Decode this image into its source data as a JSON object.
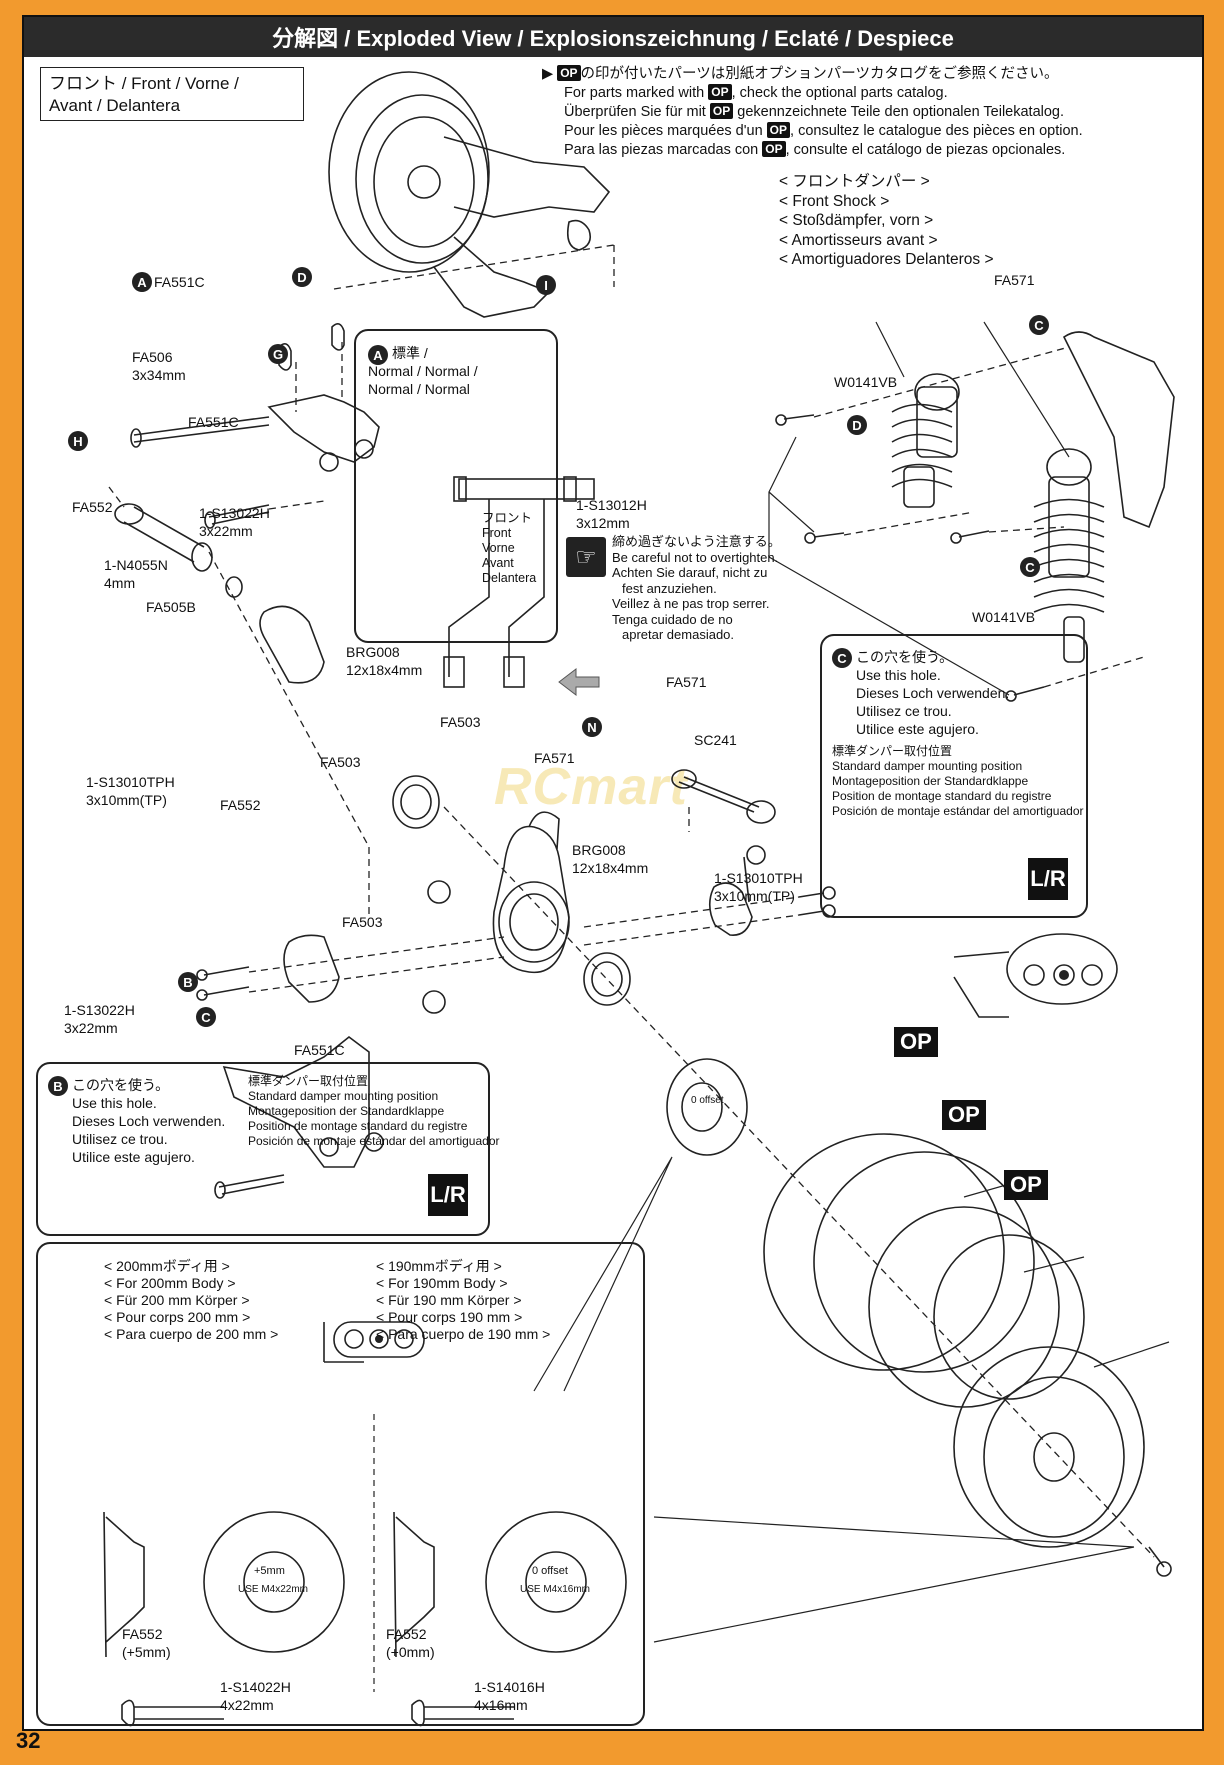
{
  "page_title": "分解図 / Exploded View / Explosionszeichnung / Eclaté / Despiece",
  "page_number": "32",
  "watermark": "RCmart",
  "section_box": {
    "line1": "フロント / Front / Vorne /",
    "line2": "Avant / Delantera"
  },
  "op_note": {
    "badge": "OP",
    "ja": "の印が付いたパーツは別紙オプションパーツカタログをご参照ください。",
    "en_pre": "For parts marked with",
    "en_post": ", check the optional parts catalog.",
    "de_pre": "Überprüfen Sie für mit",
    "de_post": "gekennzeichnete Teile den optionalen Teilekatalog.",
    "fr_pre": "Pour les pièces marquées d'un",
    "fr_post": ", consultez le catalogue des pièces en option.",
    "es_pre": "Para las piezas marcadas con",
    "es_post": ", consulte el catálogo de piezas opcionales."
  },
  "front_shock": {
    "ja": "< フロントダンパー >",
    "en": "< Front Shock >",
    "de": "< Stoßdämpfer, vorn >",
    "fr": "< Amortisseurs avant >",
    "es": "< Amortiguadores Delanteros >"
  },
  "normal_box": {
    "badge": "A",
    "line1": "標準 /",
    "line2": "Normal / Normal /",
    "line3": "Normal / Normal",
    "front": [
      "フロント",
      "Front",
      "Vorne",
      "Avant",
      "Delantera"
    ]
  },
  "caution": {
    "lines": [
      "締め過ぎないよう注意する。",
      "Be careful not to overtighten.",
      "Achten Sie darauf, nicht zu",
      "fest anzuziehen.",
      "Veillez à ne pas trop serrer.",
      "Tenga cuidado de no",
      "apretar demasiado."
    ]
  },
  "box_c": {
    "badge": "C",
    "ja": "この穴を使う。",
    "en": "Use this hole.",
    "de": "Dieses Loch verwenden.",
    "fr": "Utilisez ce trou.",
    "es": "Utilice este agujero.",
    "std": [
      "標準ダンパー取付位置",
      "Standard damper mounting position",
      "Montageposition der Standardklappe",
      "Position de montage standard du registre",
      "Posición de montaje estándar del amortiguador"
    ],
    "lr": "L/R"
  },
  "box_b": {
    "badge": "B",
    "ja": "この穴を使う。",
    "en": "Use this hole.",
    "de": "Dieses Loch verwenden.",
    "fr": "Utilisez ce trou.",
    "es": "Utilice este agujero.",
    "std": [
      "標準ダンパー取付位置",
      "Standard damper mounting position",
      "Montageposition der Standardklappe",
      "Position de montage standard du registre",
      "Posición de montaje estándar del amortiguador"
    ],
    "lr": "L/R"
  },
  "body_box": {
    "left": {
      "title": [
        "< 200mmボディ用 >",
        "< For 200mm Body >",
        "< Für 200 mm Körper >",
        "< Pour corps 200 mm >",
        "< Para cuerpo de 200 mm >"
      ],
      "part": "FA552",
      "offset": "(+5mm)",
      "hub_text": "+5mm",
      "hub_text2": "USE M4x22mm",
      "screw": "1-S14022H",
      "screw_size": "4x22mm"
    },
    "right": {
      "title": [
        "< 190mmボディ用 >",
        "< For 190mm Body >",
        "< Für 190 mm Körper >",
        "< Pour corps 190 mm >",
        "< Para cuerpo de 190 mm >"
      ],
      "part": "FA552",
      "offset": "(+0mm)",
      "hub_text": "0 offset",
      "hub_text2": "USE M4x16mm",
      "screw": "1-S14016H",
      "screw_size": "4x16mm"
    }
  },
  "labels": {
    "fa551c_top": "FA551C",
    "fa506": "FA506",
    "fa506_size": "3x34mm",
    "fa551c_mid": "FA551C",
    "fa552_a": "FA552",
    "s13022h_a": "1-S13022H",
    "s13022h_a_size": "3x22mm",
    "n4055n": "1-N4055N",
    "n4055n_size": "4mm",
    "fa505b": "FA505B",
    "brg008_a": "BRG008",
    "brg008_a_size": "12x18x4mm",
    "fa503_a": "FA503",
    "fa503_b": "FA503",
    "fa503_c": "FA503",
    "fa571_a": "FA571",
    "fa571_b": "FA571",
    "fa571_c": "FA571",
    "sc241": "SC241",
    "s13010tph_a": "1-S13010TPH",
    "s13010tph_a_size": "3x10mm(TP)",
    "fa552_b": "FA552",
    "brg008_b": "BRG008",
    "brg008_b_size": "12x18x4mm",
    "s13010tph_b": "1-S13010TPH",
    "s13010tph_b_size": "3x10mm(TP)",
    "s13022h_b": "1-S13022H",
    "s13022h_b_size": "3x22mm",
    "fa551c_bot": "FA551C",
    "w0141vb_a": "W0141VB",
    "w0141vb_b": "W0141VB",
    "s13012h": "1-S13012H",
    "s13012h_size": "3x12mm",
    "fa503_hub": "0 offset"
  },
  "badges": {
    "A": "A",
    "B": "B",
    "C": "C",
    "D": "D",
    "G": "G",
    "H": "H",
    "I": "I",
    "N": "N"
  },
  "op_labels": [
    "OP",
    "OP",
    "OP"
  ]
}
